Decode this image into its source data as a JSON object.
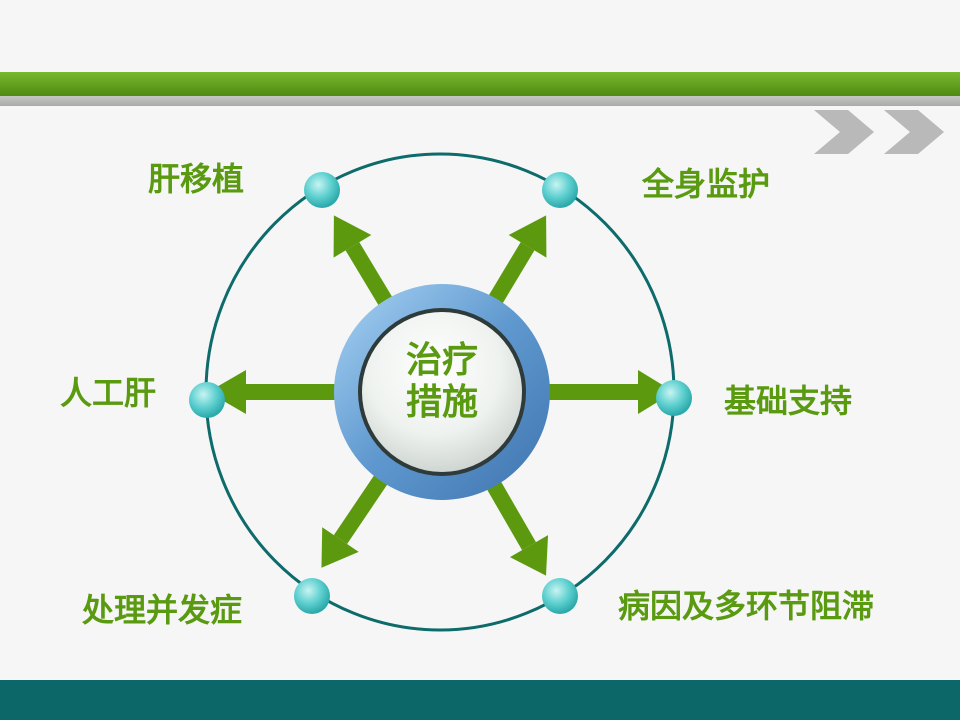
{
  "center": {
    "line1": "治疗",
    "line2": "措施"
  },
  "nodes": [
    {
      "label": "肝移植"
    },
    {
      "label": "全身监护"
    },
    {
      "label": "人工肝"
    },
    {
      "label": "基础支持"
    },
    {
      "label": "处理并发症"
    },
    {
      "label": "病因及多环节阻滞"
    }
  ],
  "colors": {
    "accent_green": "#5a9a10",
    "ring": "#0e6b6b",
    "node": "#5fd0d0",
    "arrow": "#5d990e",
    "footer": "#0c6868"
  }
}
